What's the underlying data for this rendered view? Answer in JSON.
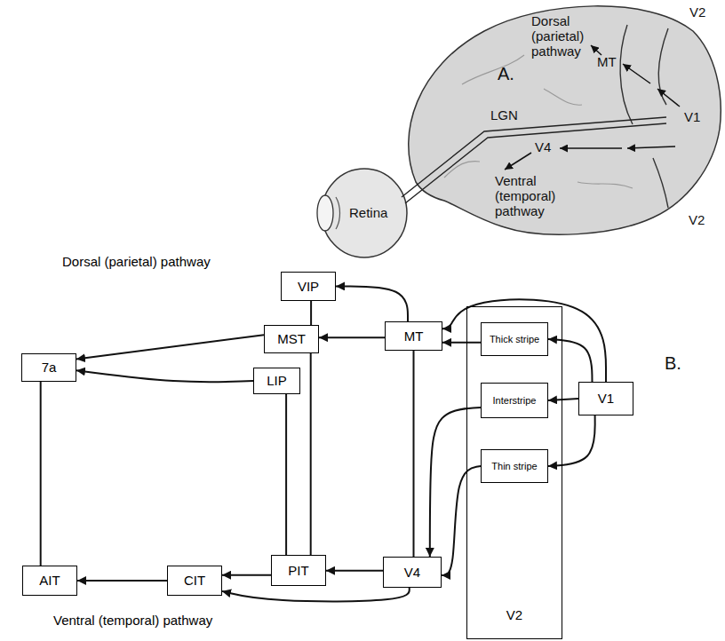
{
  "diagram": {
    "nodes": [
      {
        "text": [
          "Dorsal (parietal) pathway"
        ]
      },
      {
        "text": [
          "Ventral (temporal) pathway"
        ]
      },
      {
        "text": [
          "VIP"
        ],
        "in": 0
      },
      {
        "text": [
          "MST"
        ],
        "in": 0
      },
      {
        "text": [
          "7a"
        ],
        "in": 0
      },
      {
        "text": [
          "LIP"
        ],
        "in": 0
      },
      {
        "text": [
          "MT"
        ]
      },
      {
        "text": [
          "V2"
        ]
      },
      {
        "text": [
          "Thick stripe"
        ],
        "in": 7
      },
      {
        "text": [
          "Interstripe"
        ],
        "in": 7
      },
      {
        "text": [
          "Thin stripe"
        ],
        "in": 7
      },
      {
        "text": [
          "V1"
        ]
      },
      {
        "text": [
          "V4"
        ]
      },
      {
        "text": [
          "PIT"
        ],
        "in": 1
      },
      {
        "text": [
          "CIT"
        ],
        "in": 1
      },
      {
        "text": [
          "AIT"
        ],
        "in": 1
      }
    ],
    "edges": [
      {
        "from": 11,
        "to": 6,
        "arrow": "to"
      },
      {
        "from": 11,
        "to": 8,
        "arrow": "to"
      },
      {
        "from": 11,
        "to": 9,
        "arrow": "to"
      },
      {
        "from": 11,
        "to": 10,
        "arrow": "to"
      },
      {
        "from": 8,
        "to": 6,
        "arrow": "to"
      },
      {
        "from": 9,
        "to": 12,
        "arrow": "to"
      },
      {
        "from": 10,
        "to": 12,
        "arrow": "to"
      },
      {
        "from": 6,
        "to": 2,
        "arrow": "to"
      },
      {
        "from": 6,
        "to": 3,
        "arrow": "to"
      },
      {
        "from": 2,
        "to": 3,
        "arrow": "none"
      },
      {
        "from": 3,
        "to": 4,
        "arrow": "to"
      },
      {
        "from": 5,
        "to": 4,
        "arrow": "to"
      },
      {
        "from": 3,
        "to": 13,
        "arrow": "none"
      },
      {
        "from": 5,
        "to": 13,
        "arrow": "none"
      },
      {
        "from": 4,
        "to": 15,
        "arrow": "none"
      },
      {
        "from": 6,
        "to": 12,
        "arrow": "none"
      },
      {
        "from": 12,
        "to": 13,
        "arrow": "to"
      },
      {
        "from": 13,
        "to": 14,
        "arrow": "to"
      },
      {
        "from": 14,
        "to": 15,
        "arrow": "to"
      },
      {
        "from": 12,
        "to": 14,
        "arrow": "to"
      }
    ],
    "labels": [
      "A.",
      "Dorsal (parietal) pathway",
      "V2",
      "MT",
      "LGN",
      "V1",
      "V4",
      "Retina",
      "Ventral (temporal) pathway",
      "V2",
      "B."
    ]
  }
}
